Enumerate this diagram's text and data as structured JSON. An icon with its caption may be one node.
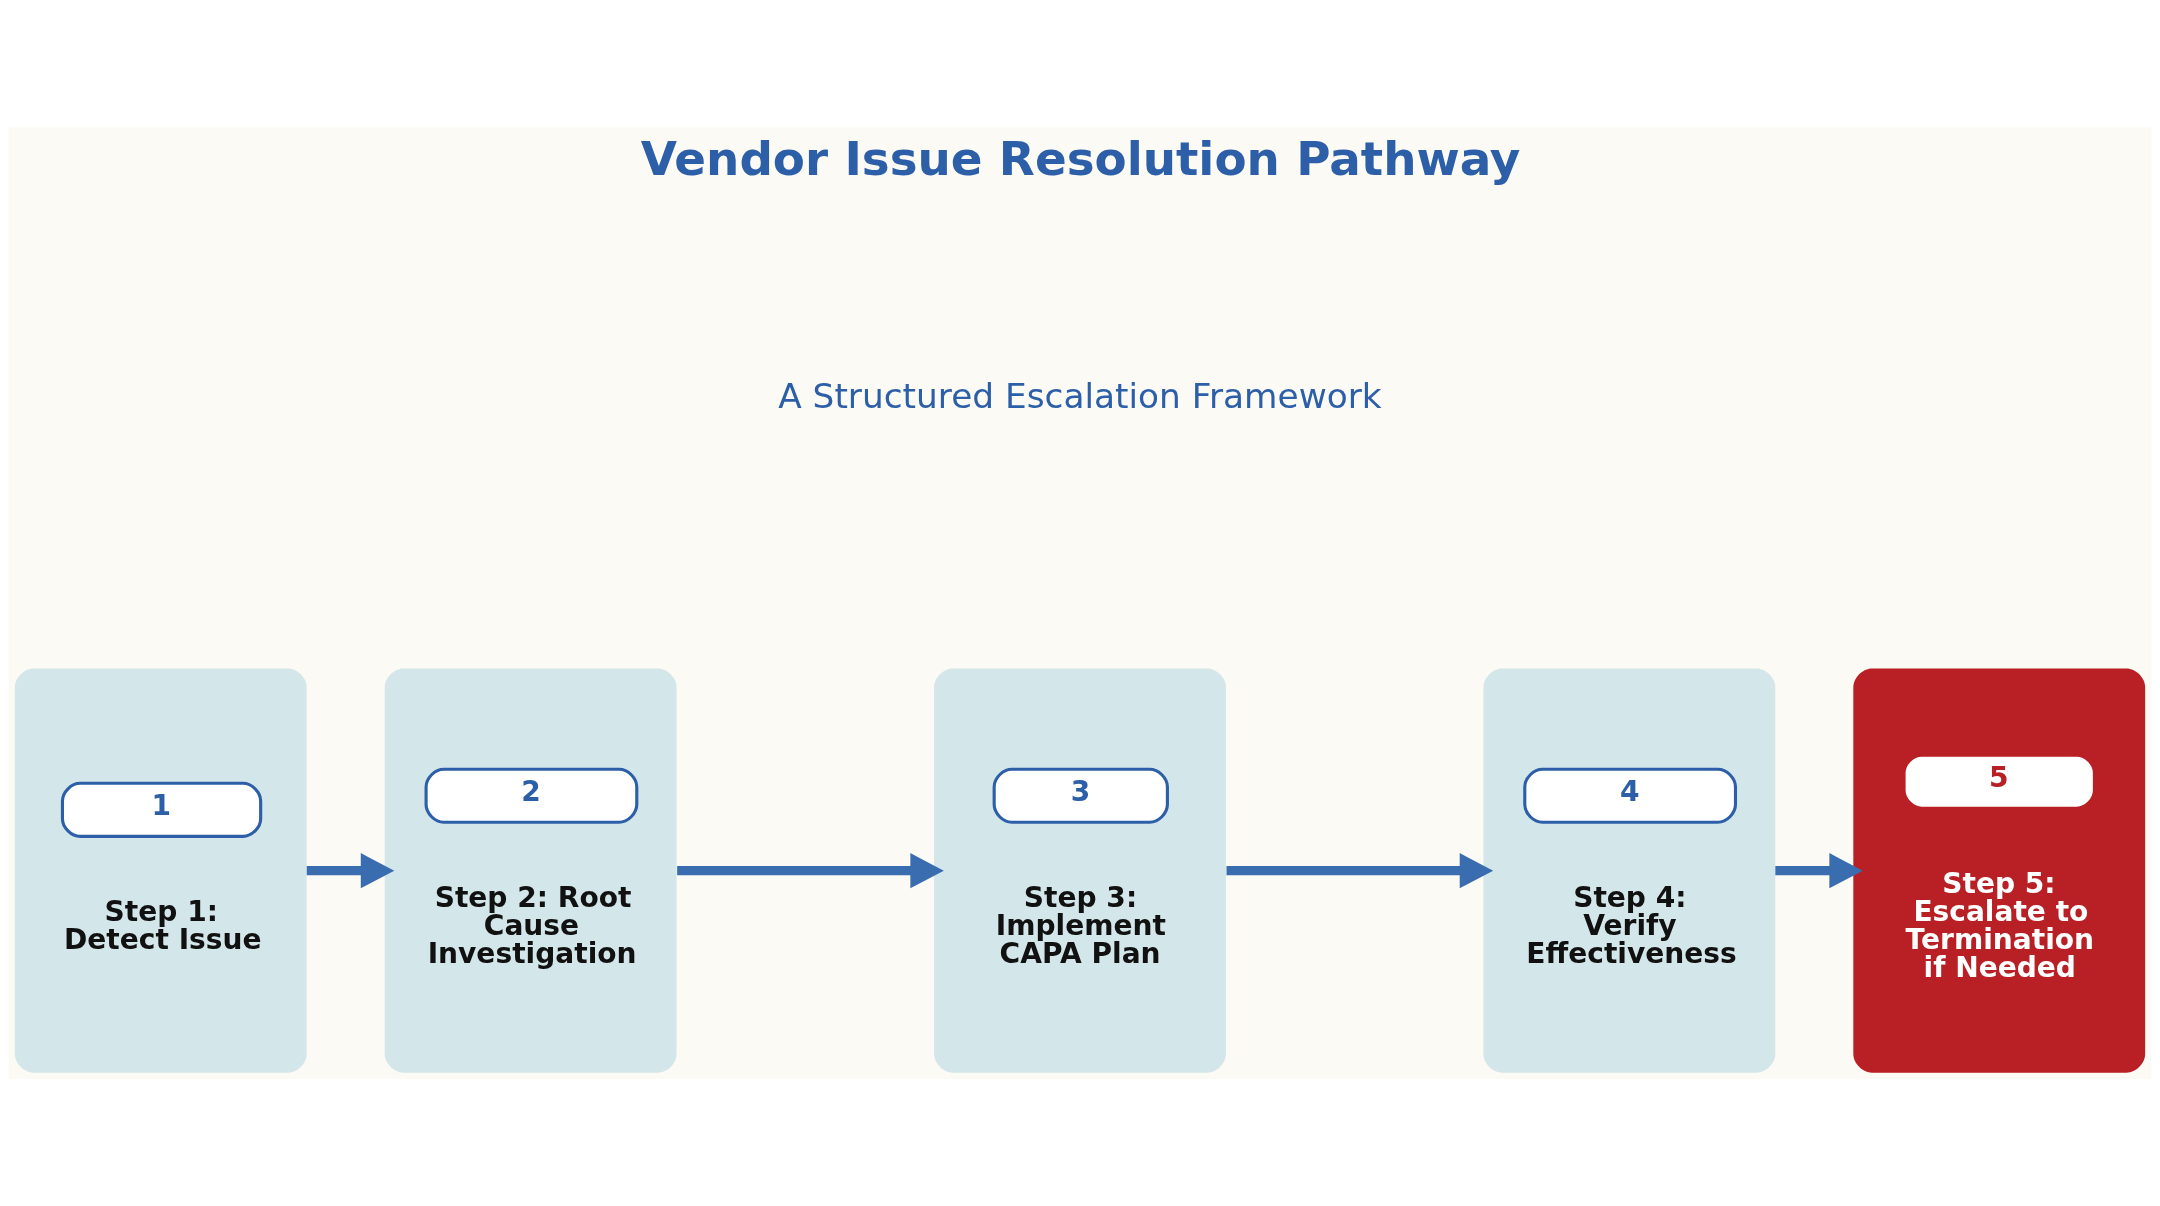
{
  "diagram": {
    "title": "Vendor Issue Resolution Pathway",
    "nodes": [
      {
        "text": [
          "1",
          "Step 1: Detect Issue"
        ]
      },
      {
        "text": [
          "2",
          "Step 2: Root Cause Investigation"
        ]
      },
      {
        "text": [
          "3",
          "Step 3: Implement CAPA Plan"
        ]
      },
      {
        "text": [
          "4",
          "Step 4: Verify Effectiveness"
        ]
      },
      {
        "text": [
          "5",
          "Step 5: Escalate to Termination if Needed"
        ]
      }
    ],
    "edges": [
      {
        "from": 0,
        "to": 1,
        "arrow": "to"
      },
      {
        "from": 1,
        "to": 2,
        "arrow": "to"
      },
      {
        "from": 2,
        "to": 3,
        "arrow": "to"
      },
      {
        "from": 3,
        "to": 4,
        "arrow": "to"
      }
    ],
    "labels": [
      "A Structured Escalation Framework"
    ]
  }
}
